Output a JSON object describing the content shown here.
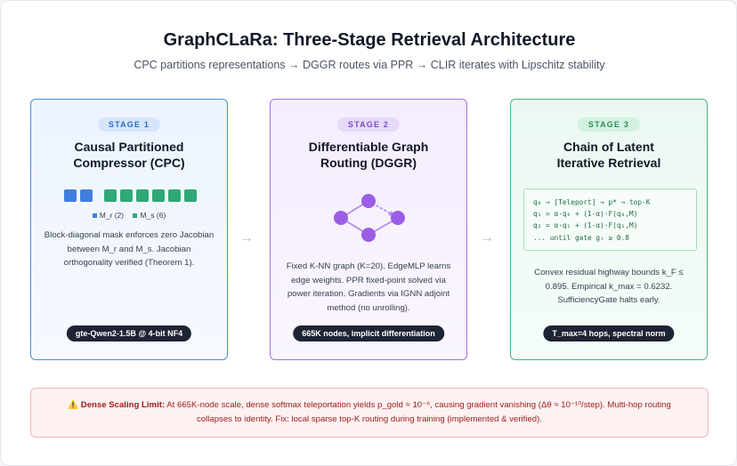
{
  "header": {
    "title": "GraphCLaRa: Three-Stage Retrieval Architecture",
    "subtitle": "CPC partitions representations → DGGR routes via PPR → CLIR iterates with Lipschitz stability"
  },
  "stages": [
    {
      "badge": "STAGE 1",
      "title_line1": "Causal Partitioned",
      "title_line2": "Compressor (CPC)",
      "legend_r": "M_r (2)",
      "legend_s": "M_s (6)",
      "description": "Block-diagonal mask enforces zero Jacobian between M_r and M_s. Jacobian orthogonality verified (Theorem 1).",
      "pill": "gte-Qwen2-1.5B @ 4-bit NF4",
      "color": "#4a8ee0"
    },
    {
      "badge": "STAGE 2",
      "title_line1": "Differentiable Graph",
      "title_line2": "Routing (DGGR)",
      "description": "Fixed K-NN graph (K=20). EdgeMLP learns edge weights. PPR fixed-point solved via power iteration. Gradients via IGNN adjoint method (no unrolling).",
      "pill": "665K nodes, implicit differentiation",
      "color": "#a46ee6"
    },
    {
      "badge": "STAGE 3",
      "title_line1": "Chain of Latent",
      "title_line2": "Iterative Retrieval",
      "code": [
        "q₀ → [Teleport] → p* → top-K",
        "q₁ = α·q₀ + (1-α)·F(q₀,M)",
        "q₂ = α·q₁ + (1-α)·F(q₁,M)",
        "... until gate gₜ ≥ 0.8"
      ],
      "description": "Convex residual highway bounds k_F ≤ 0.895. Empirical k_max = 0.6232. SufficiencyGate halts early.",
      "pill": "T_max=4 hops, spectral norm",
      "color": "#44b67f"
    }
  ],
  "arrows": [
    "→",
    "→"
  ],
  "warning": {
    "icon": "⚠️",
    "label": "Dense Scaling Limit:",
    "text": " At 665K-node scale, dense softmax teleportation yields p_gold ≈ 10⁻⁶, causing gradient vanishing (Δθ ≈ 10⁻¹⁰/step). Multi-hop routing collapses to identity. Fix: local sparse top-K routing during training (implemented & verified)."
  }
}
